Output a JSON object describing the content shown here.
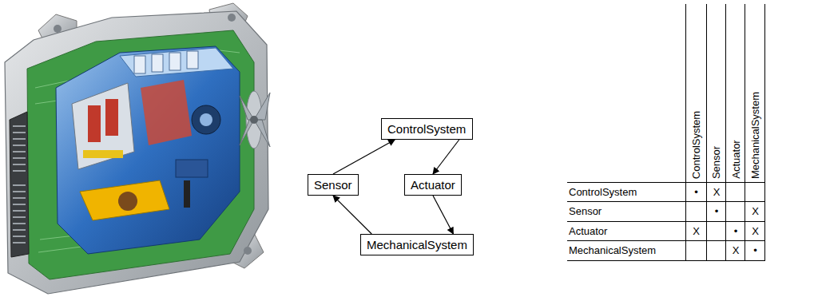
{
  "diagram": {
    "nodes": [
      {
        "text": [
          "ControlSystem"
        ]
      },
      {
        "text": [
          "Sensor"
        ]
      },
      {
        "text": [
          "Actuator"
        ]
      },
      {
        "text": [
          "MechanicalSystem"
        ]
      }
    ],
    "edges": [
      {
        "from": 0,
        "to": 2,
        "arrow": "to"
      },
      {
        "from": 2,
        "to": 3,
        "arrow": "to"
      },
      {
        "from": 3,
        "to": 1,
        "arrow": "to"
      },
      {
        "from": 1,
        "to": 0,
        "arrow": "to"
      }
    ],
    "labels": [
      "ControlSystem",
      "Sensor",
      "Actuator",
      "MechanicalSystem",
      "ControlSystem",
      "•",
      "X",
      "Sensor",
      "•",
      "X",
      "Actuator",
      "X",
      "•",
      "X",
      "MechanicalSystem",
      "X",
      "•"
    ]
  }
}
